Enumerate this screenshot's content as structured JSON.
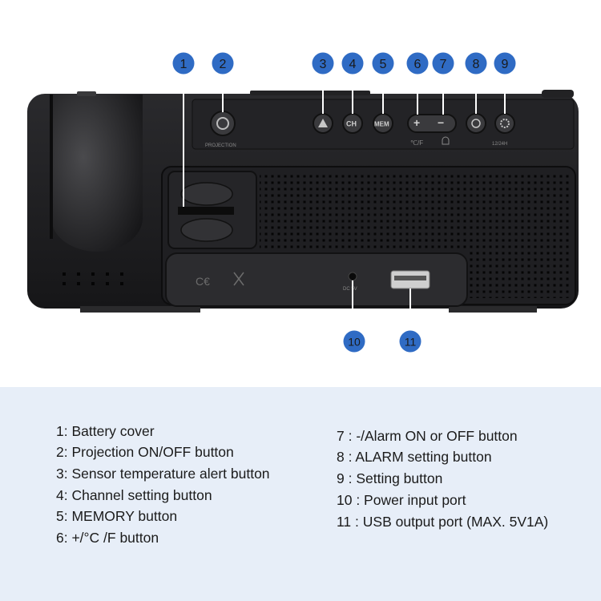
{
  "photo": {
    "device_print": {
      "projection_text": "PROJECTION",
      "unit_text": "℃/F",
      "clock_format_text": "12/24H",
      "ch_glyph": "CH",
      "mem_glyph": "MEM",
      "plus_glyph": "+",
      "minus_glyph": "−",
      "dc_text": "DC 5V"
    },
    "callouts": [
      {
        "number": "1"
      },
      {
        "number": "2"
      },
      {
        "number": "3"
      },
      {
        "number": "4"
      },
      {
        "number": "5"
      },
      {
        "number": "6"
      },
      {
        "number": "7"
      },
      {
        "number": "8"
      },
      {
        "number": "9"
      },
      {
        "number": "10"
      },
      {
        "number": "11"
      }
    ],
    "colors": {
      "callout_fill": "#2f6bc4",
      "device_body": "#1c1c1e",
      "panel_bg": "#e7eef8"
    }
  },
  "legend": {
    "left": [
      "1: Battery cover",
      "2: Projection ON/OFF button",
      "3: Sensor temperature alert button",
      "4: Channel setting button",
      "5: MEMORY button",
      "6: +/°C /F button"
    ],
    "right": [
      "7 : -/Alarm ON or OFF button",
      "8 : ALARM setting button",
      "9 : Setting button",
      "10 : Power input port",
      "11 : USB output port (MAX. 5V1A)"
    ]
  }
}
